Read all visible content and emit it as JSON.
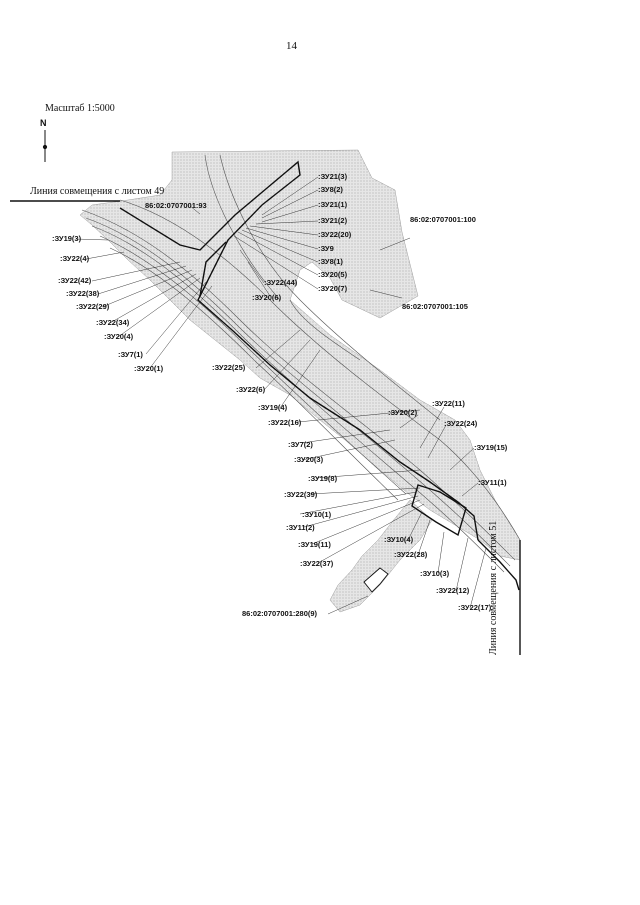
{
  "page_number": "14",
  "scale": "Масштаб 1:5000",
  "north": "N",
  "sheet_lines": {
    "left": "Линия совмещения с листом 49",
    "right": "Линия совмещения с листом 51"
  },
  "labels": [
    ":ЗУ21(3)",
    ":ЗУ8(2)",
    ":ЗУ21(1)",
    ":ЗУ21(2)",
    ":ЗУ22(20)",
    ":ЗУ9",
    ":ЗУ8(1)",
    ":ЗУ20(5)",
    ":ЗУ20(7)",
    "86:02:0707001:93",
    "86:02:0707001:100",
    "86:02:0707001:105",
    ":ЗУ19(3)",
    ":ЗУ22(4)",
    ":ЗУ22(42)",
    ":ЗУ22(38)",
    ":ЗУ22(29)",
    ":ЗУ22(34)",
    ":ЗУ20(4)",
    ":ЗУ7(1)",
    ":ЗУ20(1)",
    ":ЗУ22(44)",
    ":ЗУ20(6)",
    ":ЗУ22(25)",
    ":ЗУ22(6)",
    ":ЗУ19(4)",
    ":ЗУ22(16)",
    ":ЗУ7(2)",
    ":ЗУ20(3)",
    ":ЗУ19(8)",
    ":ЗУ20(2)",
    ":ЗУ22(11)",
    ":ЗУ22(24)",
    ":ЗУ19(15)",
    ":ЗУ11(1)",
    ":ЗУ22(39)",
    ":ЗУ10(1)",
    ":ЗУ11(2)",
    ":ЗУ19(11)",
    ":ЗУ22(37)",
    ":ЗУ10(4)",
    ":ЗУ22(28)",
    ":ЗУ10(3)",
    ":ЗУ22(12)",
    ":ЗУ22(17)",
    "86:02:0707001:280(9)"
  ]
}
